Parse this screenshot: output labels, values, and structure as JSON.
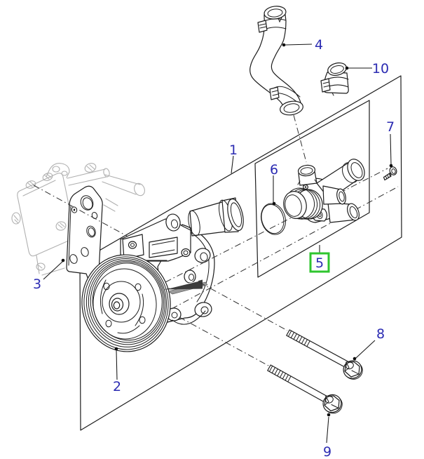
{
  "diagram": {
    "callouts": [
      {
        "num": "1"
      },
      {
        "num": "2"
      },
      {
        "num": "3"
      },
      {
        "num": "4"
      },
      {
        "num": "5"
      },
      {
        "num": "6"
      },
      {
        "num": "7"
      },
      {
        "num": "8"
      },
      {
        "num": "9"
      },
      {
        "num": "10"
      }
    ],
    "highlighted_callout": "5",
    "colors": {
      "background": "#ffffff",
      "line": "#1c1c1c",
      "ghost_line": "#b0b0b0",
      "callout_text": "#2b2bb2",
      "highlight_box": "#2fc52f"
    }
  }
}
